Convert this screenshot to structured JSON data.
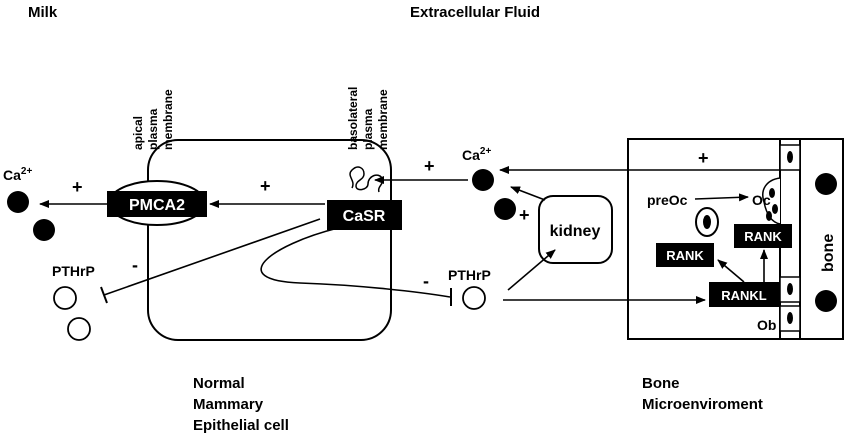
{
  "headings": {
    "milk": "Milk",
    "extracellular_fluid": "Extracellular Fluid",
    "cell_caption": [
      "Normal",
      "Mammary",
      "Epithelial cell"
    ],
    "bone_caption": [
      "Bone",
      "Microenviroment"
    ]
  },
  "membranes": {
    "apical": [
      "apical",
      "plasma",
      "membrane"
    ],
    "basolateral": [
      "basolateral",
      "plasma",
      "membrane"
    ]
  },
  "molecules": {
    "ca_left": {
      "base": "Ca",
      "sup": "2+"
    },
    "ca_right": {
      "base": "Ca",
      "sup": "2+"
    },
    "pthrp_left": "PTHrP",
    "pthrp_right": "PTHrP"
  },
  "boxes": {
    "pmca2": "PMCA2",
    "casr": "CaSR",
    "kidney": "kidney",
    "rank_left": "RANK",
    "rank_right": "RANK",
    "rankl": "RANKL",
    "bone": "bone"
  },
  "cells": {
    "preoc": "preOc",
    "oc": "Oc",
    "ob": "Ob"
  },
  "signs": {
    "plus_pmca2": "+",
    "plus_cell": "+",
    "plus_casr": "+",
    "plus_kidney": "+",
    "plus_bone": "+",
    "minus_left": "-",
    "minus_right": "-"
  }
}
